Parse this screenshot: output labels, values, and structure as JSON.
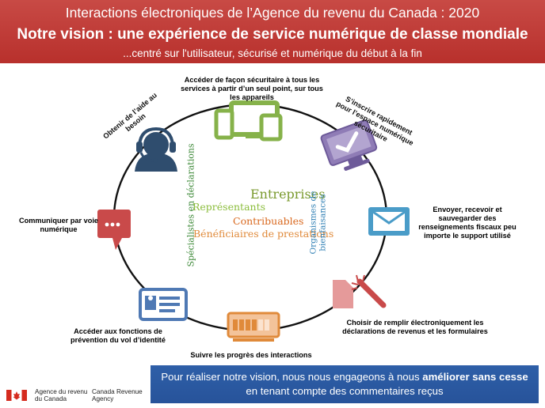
{
  "header": {
    "title": "Interactions électroniques de l’Agence du revenu du Canada : 2020",
    "subtitle": "Notre vision : une expérience de service numérique de classe mondiale",
    "tagline": "...centré sur l'utilisateur, sécurisé et numérique du début à la fin"
  },
  "services": {
    "secure_access": "Accéder de façon sécuritaire à tous les services à partir d’un seul point, sur tous les appareils",
    "register": "S’inscrire rapidement pour l’espace numérique sécuritaire",
    "send_receive": "Envoyer, recevoir et sauvegarder des renseignements fiscaux peu importe le support utilisé",
    "file_electronically": "Choisir de remplir électroniquement les déclarations de revenus et les formulaires",
    "track_progress": "Suivre les progrès des interactions",
    "identity_theft": "Accéder aux fonctions de prévention du vol d’identité",
    "communicate": "Communiquer par voie numérique",
    "get_help": "Obtenir de l’aide au besoin"
  },
  "center": {
    "entreprises": "Entreprises",
    "representants": "Représentants",
    "contribuables": "Contribuables",
    "beneficiaires": "Bénéficiaires de prestations",
    "specialistes": "Spécialistes en déclarations",
    "organismes": "Organismes de bienfaisances"
  },
  "footer": {
    "line1_pre": "Pour réaliser notre vision, nous nous engageons à nous ",
    "line1_bold": "améliorer sans cesse",
    "line2": "en tenant compte des commentaires reçus"
  },
  "government": {
    "fr_line1": "Agence du revenu",
    "fr_line2": "du Canada",
    "en_line1": "Canada Revenue",
    "en_line2": "Agency"
  },
  "colors": {
    "header_red": "#b8302c",
    "footer_blue": "#2e5fa8",
    "entreprises": "#7a9a2e",
    "representants": "#8bbd3c",
    "contribuables": "#d9681e",
    "beneficiaires": "#e08a3a",
    "specialistes": "#3f8a3a",
    "organismes": "#2f7fb4"
  },
  "icons": [
    "devices-icon",
    "registration-monitor-icon",
    "envelope-icon",
    "electronic-filing-icon",
    "progress-bar-icon",
    "identity-card-icon",
    "chat-bubble-icon",
    "headset-agent-icon",
    "canada-flag-icon"
  ]
}
